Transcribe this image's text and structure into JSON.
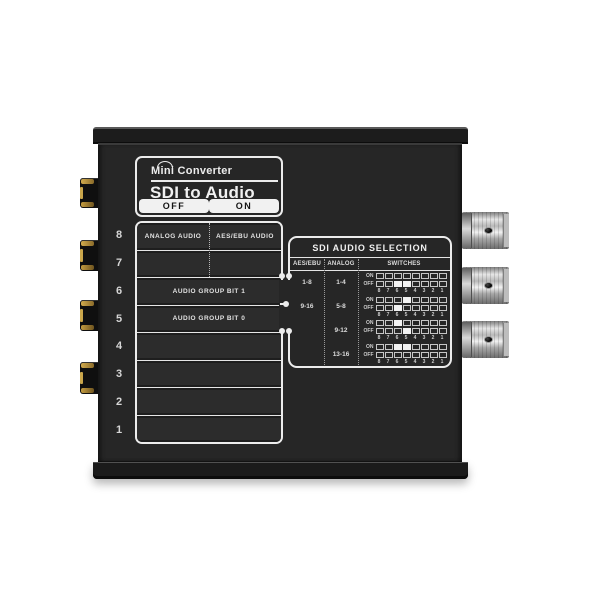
{
  "device": {
    "brand_line": "Mini Converter",
    "model_line": "SDI to Audio",
    "toggle_labels": {
      "off": "OFF",
      "on": "ON"
    },
    "switch_table": {
      "rows": [
        {
          "number": "8",
          "type": "split",
          "off_label": "ANALOG AUDIO",
          "on_label": "AES/EBU AUDIO"
        },
        {
          "number": "7",
          "type": "split",
          "off_label": "",
          "on_label": ""
        },
        {
          "number": "6",
          "type": "span",
          "label": "AUDIO GROUP BIT 1"
        },
        {
          "number": "5",
          "type": "span",
          "label": "AUDIO GROUP BIT 0"
        },
        {
          "number": "4",
          "type": "span",
          "label": ""
        },
        {
          "number": "3",
          "type": "span",
          "label": ""
        },
        {
          "number": "2",
          "type": "span",
          "label": ""
        },
        {
          "number": "1",
          "type": "span",
          "label": ""
        }
      ]
    },
    "selection_panel": {
      "title": "SDI AUDIO SELECTION",
      "columns": [
        "AES/EBU",
        "ANALOG",
        "SWITCHES"
      ],
      "dip_labels": {
        "on": "ON",
        "off": "OFF"
      },
      "dip_numbers": [
        "8",
        "7",
        "6",
        "5",
        "4",
        "3",
        "2",
        "1"
      ],
      "rows": [
        {
          "aes_ebu": "1-8",
          "analog": "1-4",
          "on_switches": [],
          "off_switches": [
            6,
            5
          ]
        },
        {
          "aes_ebu": "9-16",
          "analog": "5-8",
          "on_switches": [
            5
          ],
          "off_switches": [
            6
          ]
        },
        {
          "aes_ebu": "",
          "analog": "9-12",
          "on_switches": [
            6
          ],
          "off_switches": [
            5
          ]
        },
        {
          "aes_ebu": "",
          "analog": "13-16",
          "on_switches": [
            6,
            5
          ],
          "off_switches": []
        }
      ]
    },
    "ports": {
      "audio_jacks_count": 4,
      "bnc_count": 3
    },
    "colors": {
      "chassis": "#262626",
      "flange": "#1c1c1c",
      "print": "#ececec",
      "pill_background": "#f1f1f1",
      "pill_text": "#151515",
      "jack_gold": "#c9a84c",
      "bnc_metal": "#c8c8c8"
    }
  }
}
